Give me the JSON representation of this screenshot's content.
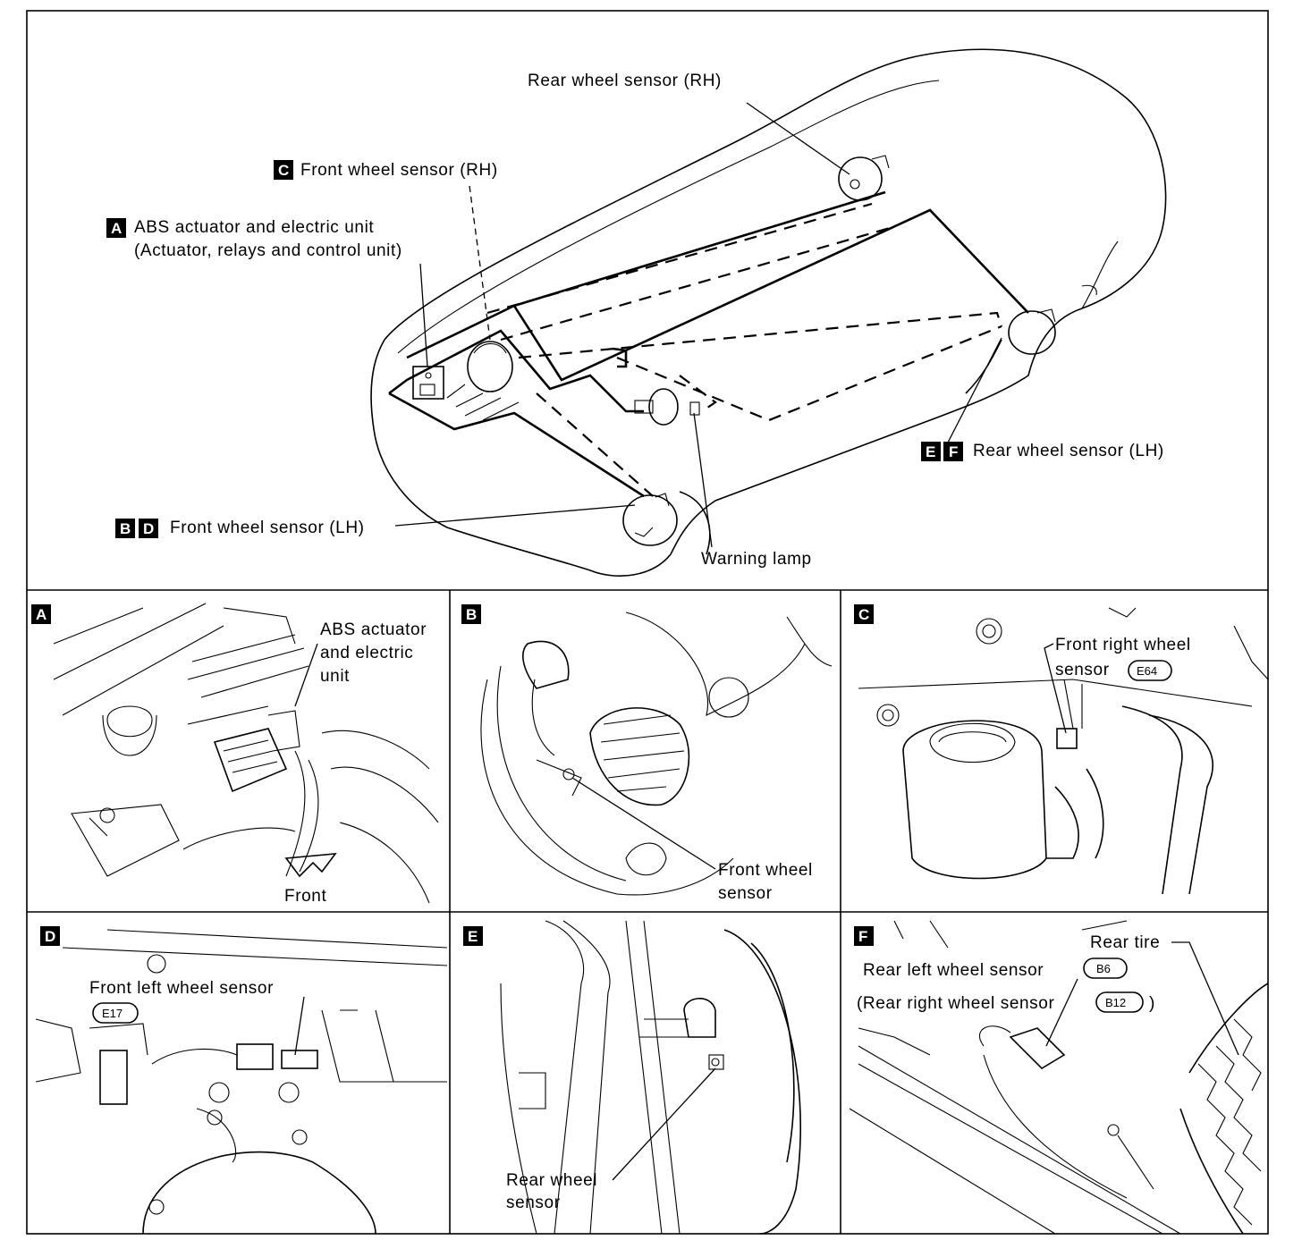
{
  "overview": {
    "labels": {
      "rear_rh": "Rear wheel sensor (RH)",
      "front_rh": "Front wheel sensor (RH)",
      "abs_line1": "ABS actuator and electric unit",
      "abs_line2": "(Actuator, relays and control unit)",
      "rear_lh": "Rear wheel sensor (LH)",
      "front_lh": "Front wheel sensor (LH)",
      "warning_lamp": "Warning lamp"
    },
    "badges": {
      "front_rh": [
        "C"
      ],
      "abs": [
        "A"
      ],
      "rear_lh": [
        "E",
        "F"
      ],
      "front_lh": [
        "B",
        "D"
      ]
    }
  },
  "panels": [
    {
      "letter": "A",
      "labels": [
        "ABS actuator",
        "and electric",
        "unit",
        "Front"
      ]
    },
    {
      "letter": "B",
      "labels": [
        "Front wheel",
        "sensor"
      ]
    },
    {
      "letter": "C",
      "labels": [
        "Front right wheel",
        "sensor"
      ],
      "connector": "E64"
    },
    {
      "letter": "D",
      "labels": [
        "Front left wheel sensor"
      ],
      "connector": "E17"
    },
    {
      "letter": "E",
      "labels": [
        "Rear wheel",
        "sensor"
      ]
    },
    {
      "letter": "F",
      "labels": [
        "Rear tire",
        "Rear left wheel sensor",
        "(Rear right wheel sensor",
        ")"
      ],
      "connectors": [
        "B6",
        "B12"
      ]
    }
  ]
}
